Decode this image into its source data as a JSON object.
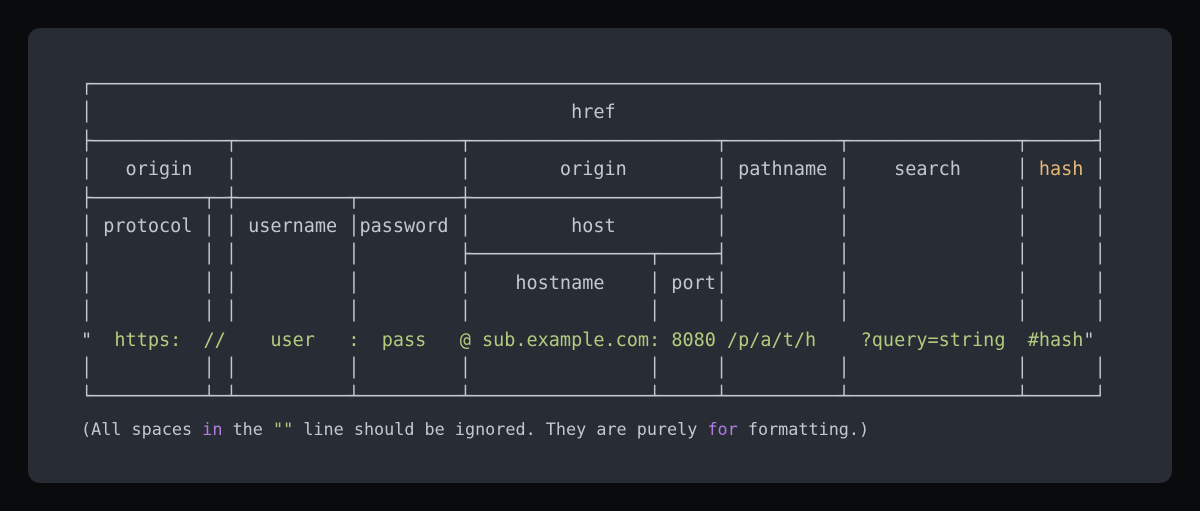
{
  "colors": {
    "background": "#0a0b0d",
    "panel": "#272c35",
    "gray": "#c3c8d0",
    "green": "#b4cb7e",
    "orange": "#e5b87a",
    "purple": "#b17ce0"
  },
  "legend": {
    "href": "https://user:pass@sub.example.com:8080/p/a/t/h?query=string#hash",
    "parts": [
      {
        "label": "href"
      },
      {
        "label": "origin"
      },
      {
        "label": "protocol",
        "value": "https:"
      },
      {
        "label": "username",
        "value": "user"
      },
      {
        "label": "password",
        "value": "pass"
      },
      {
        "label": "host"
      },
      {
        "label": "hostname",
        "value": "sub.example.com"
      },
      {
        "label": "port",
        "value": "8080"
      },
      {
        "label": "pathname",
        "value": "/p/a/t/h"
      },
      {
        "label": "search",
        "value": "?query=string"
      },
      {
        "label": "hash",
        "value": "#hash"
      }
    ]
  },
  "diagram": {
    "rows": [
      [
        {
          "t": "┌──────────────────────────────────────────────────────────────────────────────────────────┐",
          "c": "gray"
        }
      ],
      [
        {
          "t": "│                                           href                                           │",
          "c": "gray"
        }
      ],
      [
        {
          "t": "├────────────┬────────────────────┬──────────────────────┬──────────┬───────────────┬──────┤",
          "c": "gray"
        }
      ],
      [
        {
          "t": "│   origin   │                    │        origin        │ pathname │    search     │ ",
          "c": "gray"
        },
        {
          "t": "hash",
          "c": "orange"
        },
        {
          "t": " │",
          "c": "gray"
        }
      ],
      [
        {
          "t": "├──────────┬─┼──────────┬─────────┼──────────────────────┤          │               │      │",
          "c": "gray"
        }
      ],
      [
        {
          "t": "│ protocol │ │ username │password │         host         │          │               │      │",
          "c": "gray"
        }
      ],
      [
        {
          "t": "│          │ │          │         ├────────────────┬─────┤          │               │      │",
          "c": "gray"
        }
      ],
      [
        {
          "t": "│          │ │          │         │    hostname    │ port│          │               │      │",
          "c": "gray"
        }
      ],
      [
        {
          "t": "│          │ │          │         │                │     │          │               │      │",
          "c": "gray"
        }
      ],
      [
        {
          "t": "\"",
          "c": "gray"
        },
        {
          "t": "  https:  //    user   :  pass   @ sub.example.com: 8080 /p/a/t/h    ?query=string  #hash",
          "c": "green"
        },
        {
          "t": "\"",
          "c": "gray"
        }
      ],
      [
        {
          "t": "│          │ │          │         │                │     │          │               │      │",
          "c": "gray"
        }
      ],
      [
        {
          "t": "└──────────┴─┴──────────┴─────────┴────────────────┴─────┴──────────┴───────────────┴──────┘",
          "c": "gray"
        }
      ]
    ]
  },
  "note": {
    "segments": [
      {
        "t": "(All spaces ",
        "c": "gray"
      },
      {
        "t": "in",
        "c": "purple"
      },
      {
        "t": " the ",
        "c": "gray"
      },
      {
        "t": "\"\"",
        "c": "green"
      },
      {
        "t": " line should be ignored. They are purely ",
        "c": "gray"
      },
      {
        "t": "for",
        "c": "purple"
      },
      {
        "t": " formatting.)",
        "c": "gray"
      }
    ]
  }
}
